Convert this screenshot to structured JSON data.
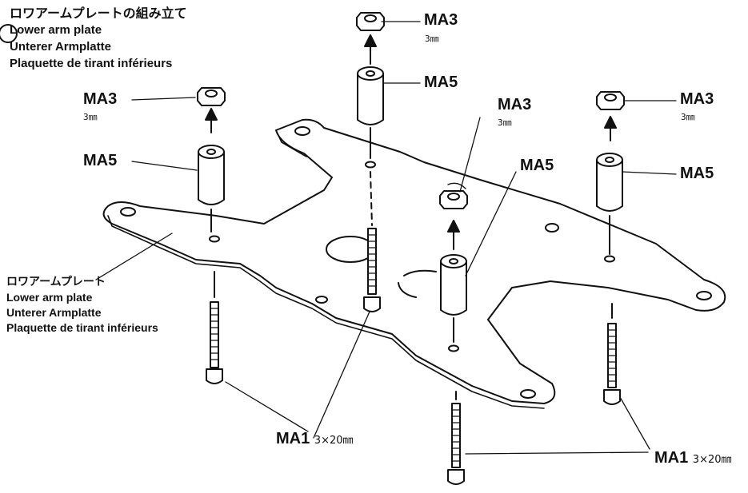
{
  "title": {
    "jp": "ロワアームプレートの組み立て",
    "en": "Lower arm plate",
    "de": "Unterer Armplatte",
    "fr": "Plaquette de tirant inférieurs"
  },
  "plate_label": {
    "jp": "ロワアームプレート",
    "en": "Lower arm plate",
    "de": "Unterer Armplatte",
    "fr": "Plaquette de tirant inférieurs"
  },
  "parts": {
    "nut": "MA3",
    "nut_size": "3㎜",
    "spacer": "MA5",
    "screw": "MA1",
    "screw_size": "3×20㎜"
  }
}
